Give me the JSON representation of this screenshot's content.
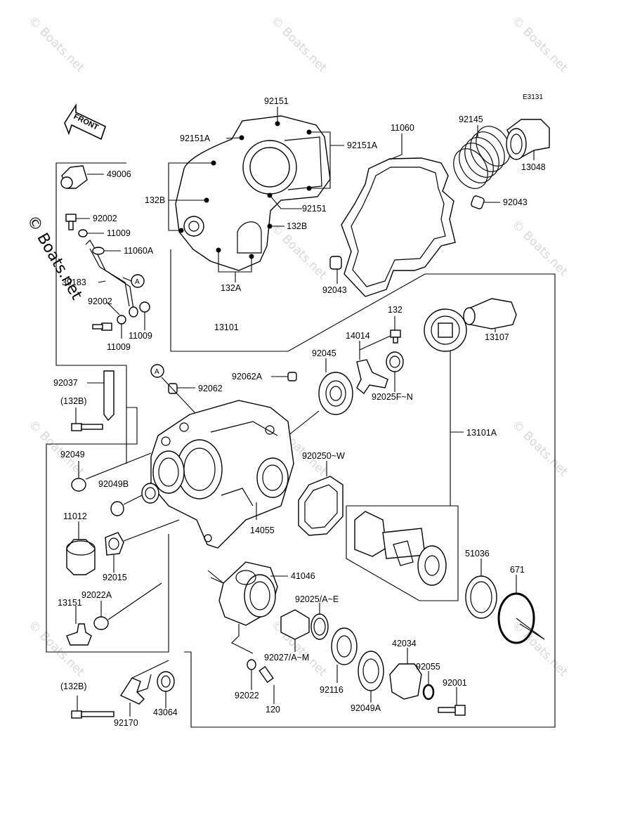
{
  "diagram_code": "E3131",
  "front_label": "FRONT",
  "watermark": "© Boats.net",
  "callout_mark": "A",
  "parts": {
    "p92151_top": "92151",
    "p92151A_left": "92151A",
    "p92151A_right": "92151A",
    "p92151_mid": "92151",
    "p132B_a": "132B",
    "p132B_b": "132B",
    "p132A": "132A",
    "p11060": "11060",
    "p92145": "92145",
    "p13048": "13048",
    "p92043_a": "92043",
    "p92043_b": "92043",
    "p49006": "49006",
    "p92002_a": "92002",
    "p11009_a": "11009",
    "p11060A": "11060A",
    "p39183": "39183",
    "p92002_b": "92002",
    "p11009_b": "11009",
    "p11009_c": "11009",
    "p13101": "13101",
    "p132": "132",
    "p14014": "14014",
    "p13107": "13107",
    "p92045": "92045",
    "p92062A": "92062A",
    "p92062": "92062",
    "p92025FN": "92025F~N",
    "p92037": "92037",
    "p132B_c": "(132B)",
    "p13101A": "13101A",
    "p92049": "92049",
    "p920250W": "920250~W",
    "p92049B": "92049B",
    "p11012": "11012",
    "p14055": "14055",
    "p92015": "92015",
    "p51036": "51036",
    "p671": "671",
    "p41046": "41046",
    "p92022A": "92022A",
    "p13151": "13151",
    "p92025AE": "92025/A~E",
    "p42034": "42034",
    "p92027AM": "92027/A~M",
    "p92055": "92055",
    "p92001": "92001",
    "p92116": "92116",
    "p132B_d": "(132B)",
    "p92022": "92022",
    "p120": "120",
    "p92049A": "92049A",
    "p92170": "92170",
    "p43064": "43064"
  }
}
